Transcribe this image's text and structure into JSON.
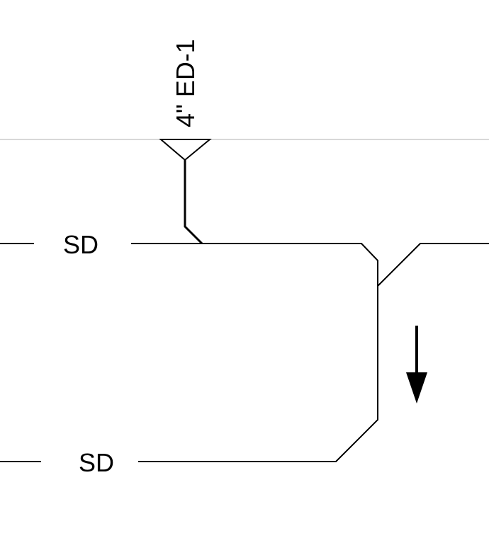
{
  "drain_tag": "4\" ED-1",
  "upper_pipe_label": "SD",
  "lower_pipe_label": "SD",
  "flow_direction": "down",
  "colors": {
    "line": "#000000",
    "reference_line": "#b0b0b0",
    "background": "#ffffff"
  }
}
